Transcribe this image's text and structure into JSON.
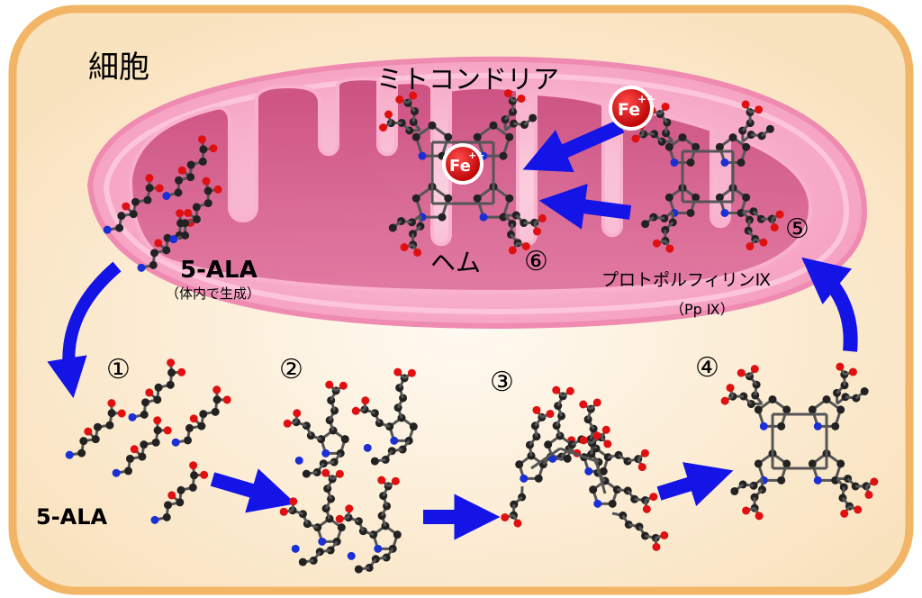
{
  "labels": {
    "cell": "細胞",
    "mitochondria": "ミトコンドリア",
    "ala_inner": "5-ALA",
    "ala_inner_sub": "（体内で生成）",
    "ala_outer": "5-ALA",
    "heme": "ヘム",
    "ppix": "プロトポルフィリンⅨ",
    "ppix_sub": "（Pp Ⅸ）",
    "fe": "Fe",
    "fe_charge": "++"
  },
  "steps": {
    "s1": "①",
    "s2": "②",
    "s3": "③",
    "s4": "④",
    "s5": "⑤",
    "s6": "⑥"
  },
  "colors": {
    "cell_border": "#f2b565",
    "cell_fill": "#fbe6c4",
    "mito_outer": "#f7a6c5",
    "mito_inner": "#d35787",
    "arrow": "#1414e6",
    "atom_c": "#222222",
    "atom_o": "#e01010",
    "atom_n": "#1a2fd6",
    "fe": "#d40000"
  }
}
